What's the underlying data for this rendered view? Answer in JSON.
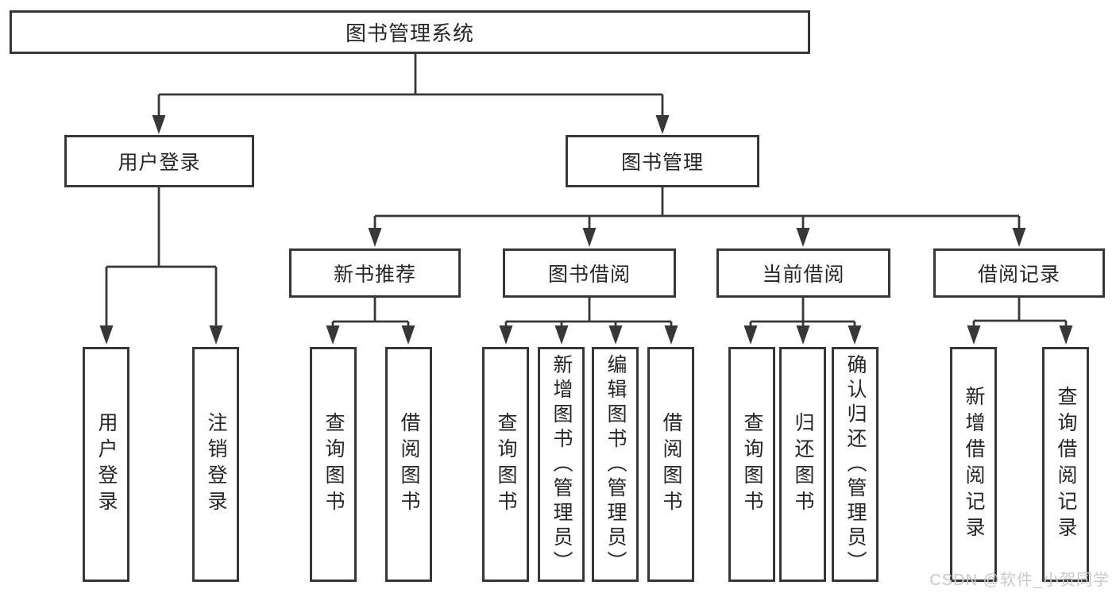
{
  "tree": {
    "root": {
      "label": "图书管理系统"
    },
    "branches": [
      {
        "label": "用户登录",
        "children": [
          {
            "label": "用户登录"
          },
          {
            "label": "注销登录"
          }
        ]
      },
      {
        "label": "图书管理",
        "children": [
          {
            "label": "新书推荐",
            "children": [
              {
                "label": "查询图书"
              },
              {
                "label": "借阅图书"
              }
            ]
          },
          {
            "label": "图书借阅",
            "children": [
              {
                "label": "查询图书"
              },
              {
                "label": "新增图书（管理员）"
              },
              {
                "label": "编辑图书（管理员）"
              },
              {
                "label": "借阅图书"
              }
            ]
          },
          {
            "label": "当前借阅",
            "children": [
              {
                "label": "查询图书"
              },
              {
                "label": "归还图书"
              },
              {
                "label": "确认归还（管理员）"
              }
            ]
          },
          {
            "label": "借阅记录",
            "children": [
              {
                "label": "新增借阅记录"
              },
              {
                "label": "查询借阅记录"
              }
            ]
          }
        ]
      }
    ]
  },
  "watermark": "CSDN @软件_小贺同学",
  "colors": {
    "line": "#373737",
    "text": "#262626",
    "watermark": "#c9c9c9",
    "background": "#ffffff"
  }
}
